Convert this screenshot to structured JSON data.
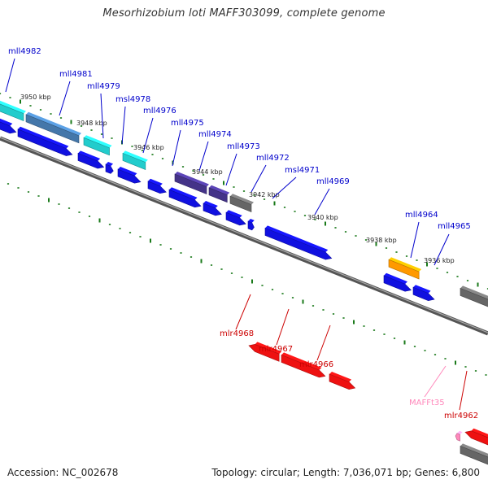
{
  "title": "Mesorhizobium loti MAFF303099, complete genome",
  "footer": {
    "accession": "Accession: NC_002678",
    "topology": "Topology: circular; Length: 7,036,071 bp; Genes: 6,800"
  },
  "ticks": [
    "3950 kbp",
    "3948 kbp",
    "3946 kbp",
    "3944 kbp",
    "3942 kbp",
    "3940 kbp",
    "3938 kbp",
    "3936 kbp"
  ],
  "genes_upper": [
    {
      "name": "mll4982",
      "color": "#0000cc"
    },
    {
      "name": "mll4981",
      "color": "#0000cc"
    },
    {
      "name": "mll4979",
      "color": "#0000cc"
    },
    {
      "name": "msl4978",
      "color": "#0000cc"
    },
    {
      "name": "mll4976",
      "color": "#0000cc"
    },
    {
      "name": "mll4975",
      "color": "#0000cc"
    },
    {
      "name": "mll4974",
      "color": "#0000cc"
    },
    {
      "name": "mll4973",
      "color": "#0000cc"
    },
    {
      "name": "mll4972",
      "color": "#0000cc"
    },
    {
      "name": "msl4971",
      "color": "#0000cc"
    },
    {
      "name": "mll4969",
      "color": "#0000cc"
    },
    {
      "name": "mll4964",
      "color": "#0000cc"
    },
    {
      "name": "mll4965",
      "color": "#0000cc"
    }
  ],
  "genes_lower": [
    {
      "name": "mlr4968",
      "color": "#cc0000"
    },
    {
      "name": "mlr4967",
      "color": "#cc0000"
    },
    {
      "name": "mlr4966",
      "color": "#cc0000"
    },
    {
      "name": "MAFFt35",
      "color": "#ff88bb"
    },
    {
      "name": "mlr4962",
      "color": "#cc0000"
    }
  ],
  "colors": {
    "forward": "#1010e0",
    "reverse": "#ee1111",
    "cyan": "#22cccc",
    "steel": "#4477aa",
    "indigo": "#443388",
    "gray": "#666666",
    "orange": "#ff9900",
    "pink": "#ff88bb",
    "tick": "#1a7a1a",
    "backbone": "#777777"
  }
}
